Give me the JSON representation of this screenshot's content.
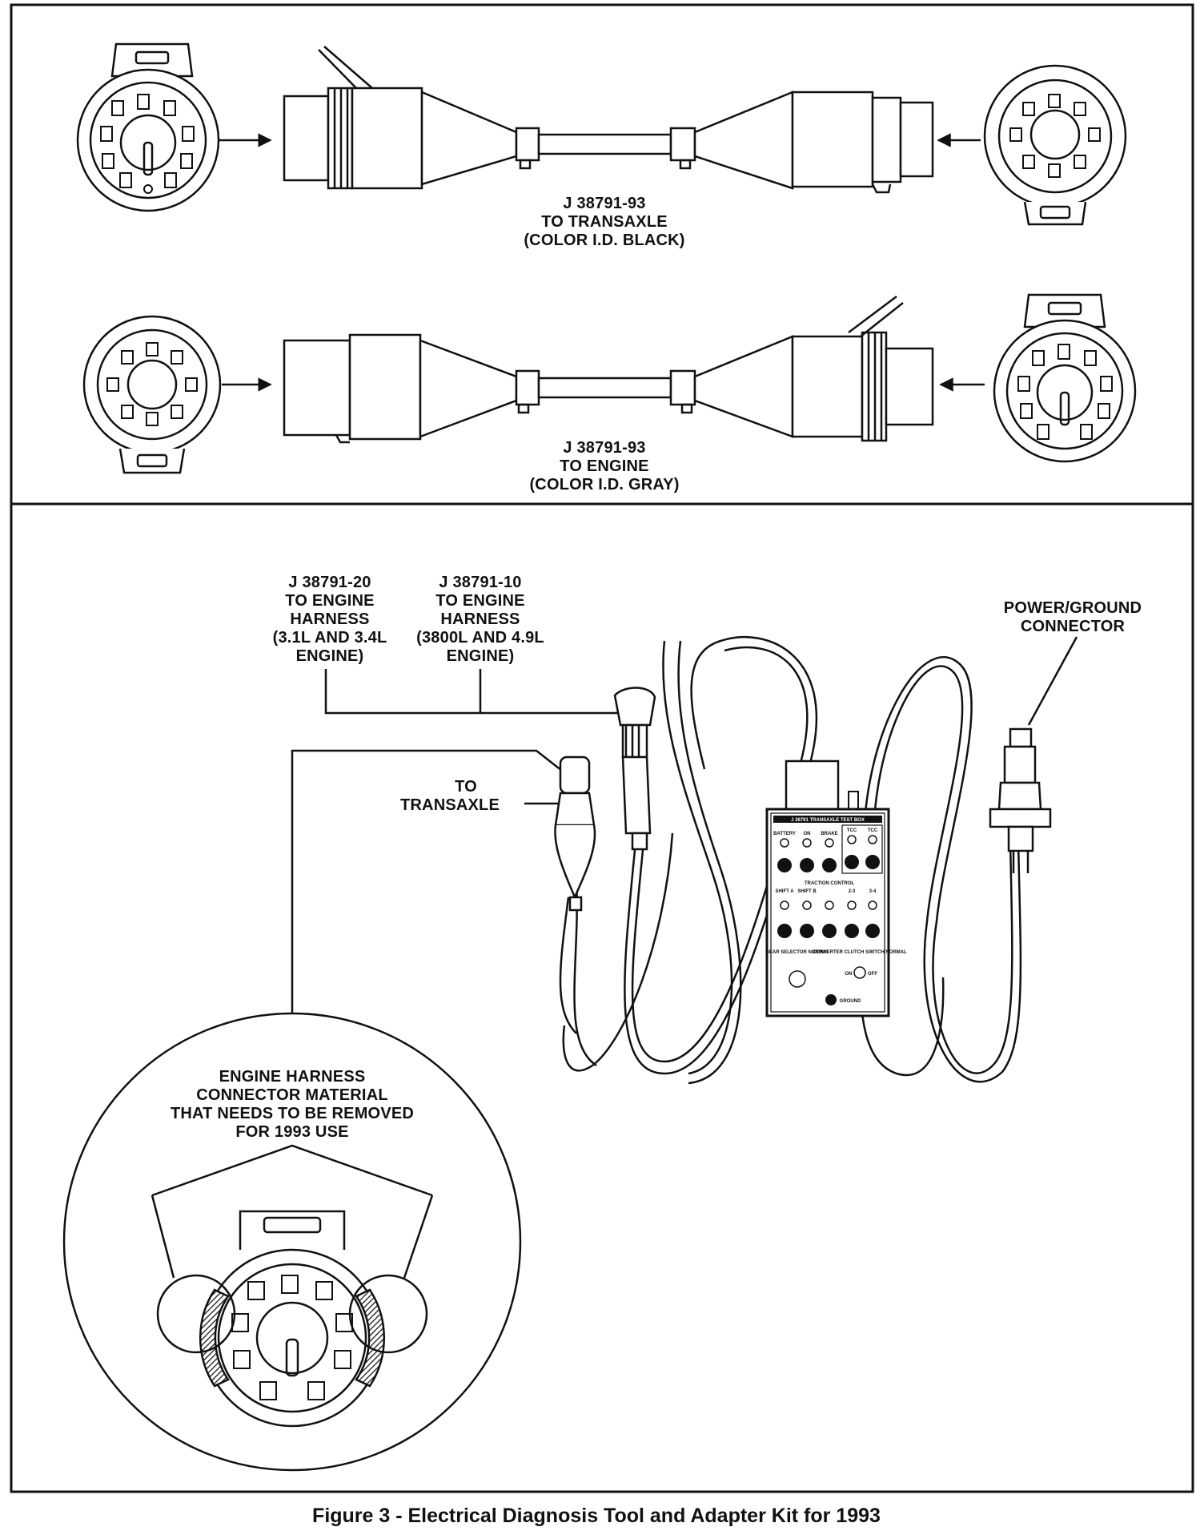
{
  "panel_top": {
    "harness_1": {
      "label_lines": [
        "J 38791-93",
        "TO TRANSAXLE",
        "(COLOR I.D. BLACK)"
      ]
    },
    "harness_2": {
      "label_lines": [
        "J 38791-93",
        "TO ENGINE",
        "(COLOR I.D. GRAY)"
      ]
    }
  },
  "panel_bottom": {
    "adapter_20": {
      "label_lines": [
        "J 38791-20",
        "TO ENGINE",
        "HARNESS",
        "(3.1L AND 3.4L",
        "ENGINE)"
      ]
    },
    "adapter_10": {
      "label_lines": [
        "J 38791-10",
        "TO ENGINE",
        "HARNESS",
        "(3800L AND 4.9L",
        "ENGINE)"
      ]
    },
    "power_ground": {
      "label_lines": [
        "POWER/GROUND",
        "CONNECTOR"
      ]
    },
    "to_transaxle": {
      "label_lines": [
        "TO",
        "TRANSAXLE"
      ]
    },
    "detail": {
      "label_lines": [
        "ENGINE HARNESS",
        "CONNECTOR MATERIAL",
        "THAT NEEDS TO BE REMOVED",
        "FOR 1993 USE"
      ]
    },
    "test_box": {
      "title": "J 38791 TRANSAXLE TEST BOX",
      "row1_labels": [
        "BATTERY",
        "ON",
        "BRAKE",
        "TCC",
        "TCC"
      ],
      "row2_labels": [
        "SHIFT A",
        "SHIFT B",
        "TRACTION CONTROL",
        "2-3",
        "3-4"
      ],
      "gear_selector": "GEAR SELECTOR NORMAL",
      "converter_switch": "CONVERTER CLUTCH SWITCH NORMAL",
      "on_off": [
        "ON",
        "OFF"
      ],
      "ground": "GROUND"
    }
  },
  "caption": "Figure 3 - Electrical Diagnosis Tool and Adapter Kit for 1993"
}
